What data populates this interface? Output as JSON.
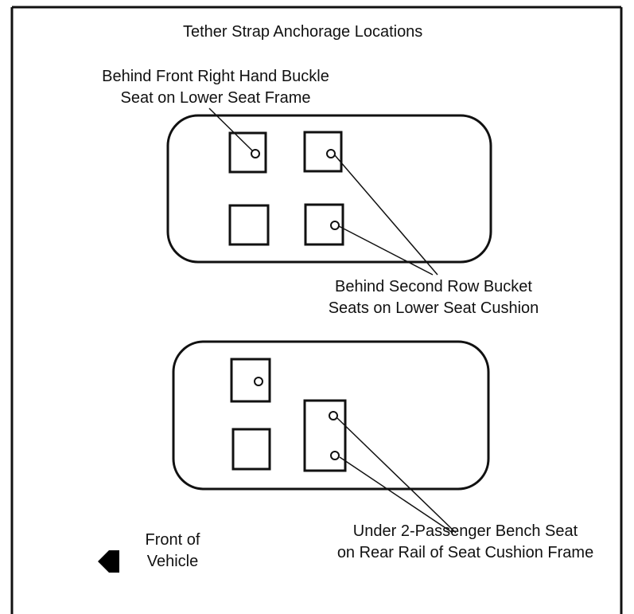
{
  "diagram": {
    "title": "Tether Strap Anchorage Locations",
    "labels": {
      "front_right_line_1": "Behind Front Right Hand Buckle",
      "front_right_line_2": "Seat on Lower Seat Frame",
      "second_row_line_1": "Behind Second Row Bucket",
      "second_row_line_2": "Seats on Lower Seat Cushion",
      "bench_line_1": "Under 2-Passenger Bench Seat",
      "bench_line_2": "on Rear Rail of Seat Cushion Frame",
      "vehicle_line_1": "Front of",
      "vehicle_line_2": "Vehicle"
    },
    "colors": {
      "ink": "#111111",
      "background": "#ffffff"
    }
  }
}
